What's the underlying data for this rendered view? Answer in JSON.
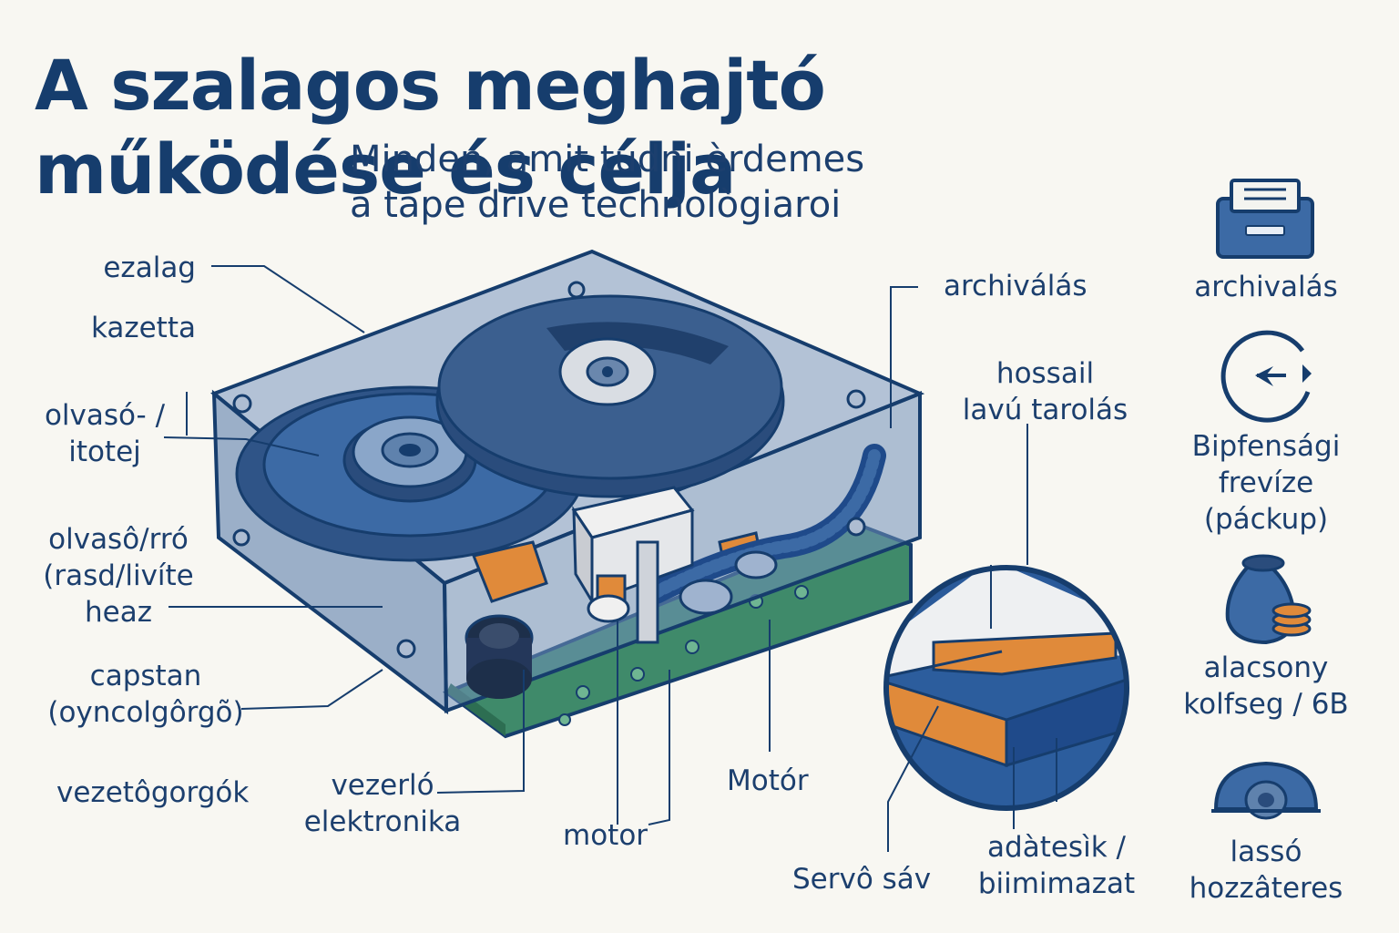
{
  "title": "A szalagos meghajtó működése és célja",
  "subtitle": "Minden, amit tudni èrdemes\na tape drive technològiaroi",
  "colors": {
    "background": "#f8f7f2",
    "navy": "#163d6d",
    "blue": "#3c6aa5",
    "orange": "#e08a3a",
    "green": "#3f8a6a"
  },
  "left_labels": {
    "tape": "ezalag",
    "cassette": "kazetta",
    "rw_head_top": "olvasó- /\nitotej",
    "rw_head": "olvasô/rró\n(rasd/livíte\nheaz",
    "capstan": "capstan\n(oyncolgôrgõ)",
    "guide_rollers": "vezetôgorgók",
    "controller": "vezerló\nelektronika",
    "motor_low": "motor",
    "motor_mid": "Motór"
  },
  "mid_labels": {
    "archiving": "archiválás",
    "long_storage": "hossail\nlavú tarolás",
    "servo": "Servô sáv",
    "data": "adàtesìk /\nbiimimazat"
  },
  "right_features": [
    {
      "label": "archivalás",
      "icon": "archive-box-icon"
    },
    {
      "label": "Bipfensági\nfrevíze\n(páckup)",
      "icon": "backup-clock-icon"
    },
    {
      "label": "alacsony\nkolfseg / 6B",
      "icon": "money-bag-icon"
    },
    {
      "label": "lassó\nhozzâteres",
      "icon": "snail-icon"
    }
  ]
}
